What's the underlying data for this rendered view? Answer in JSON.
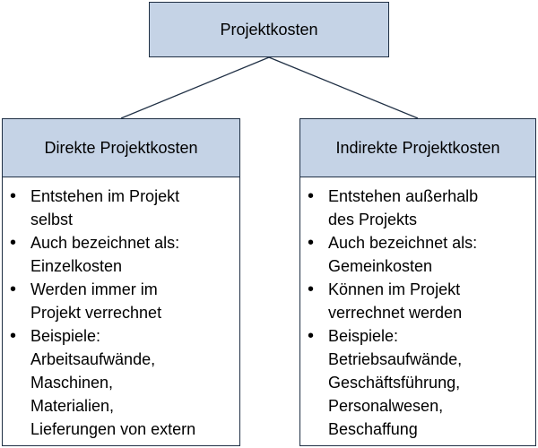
{
  "root": {
    "label": "Projektkosten"
  },
  "left": {
    "title": "Direkte Projektkosten",
    "items": [
      [
        "Entstehen im Projekt",
        "selbst"
      ],
      [
        "Auch bezeichnet als:",
        "Einzelkosten"
      ],
      [
        "Werden immer im",
        "Projekt verrechnet"
      ],
      [
        "Beispiele:",
        "Arbeitsaufwände,",
        "Maschinen,",
        "Materialien,",
        "Lieferungen von extern"
      ]
    ]
  },
  "right": {
    "title": "Indirekte Projektkosten",
    "items": [
      [
        "Entstehen außerhalb",
        "des Projekts"
      ],
      [
        "Auch bezeichnet als:",
        "Gemeinkosten"
      ],
      [
        "Können im Projekt",
        "verrechnet werden"
      ],
      [
        "Beispiele:",
        "Betriebsaufwände,",
        "Geschäftsführung,",
        "Personalwesen,",
        "Beschaffung"
      ]
    ]
  },
  "colors": {
    "box_fill": "#c5d3e6",
    "border": "#1f2f44",
    "connector": "#1f2f44"
  }
}
